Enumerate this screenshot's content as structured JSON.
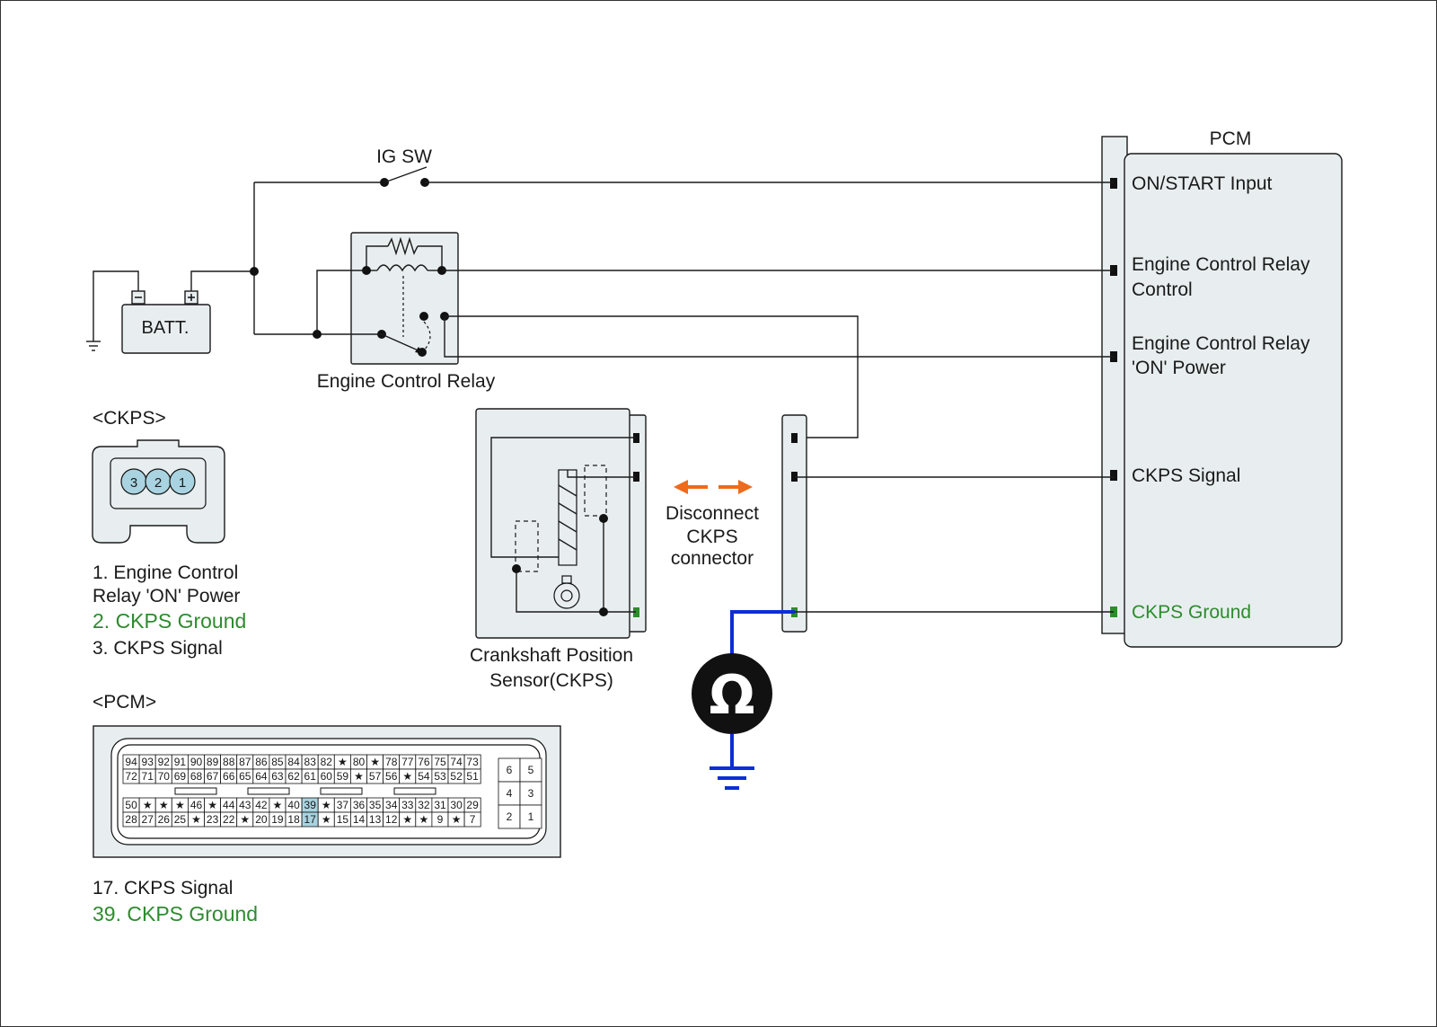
{
  "labels": {
    "ig_sw": "IG SW",
    "pcm_title": "PCM",
    "battery": "BATT.",
    "relay": "Engine Control Relay",
    "ckps_sensor_line1": "Crankshaft Position",
    "ckps_sensor_line2": "Sensor(CKPS)",
    "disconnect_line1": "Disconnect",
    "disconnect_line2": "CKPS",
    "disconnect_line3": "connector",
    "ohm_symbol": "Ω"
  },
  "pcm_pins": {
    "on_start": "ON/START Input",
    "relay_control_1": "Engine Control Relay",
    "relay_control_2": "Control",
    "relay_power_1": "Engine Control Relay",
    "relay_power_2": "'ON' Power",
    "ckps_signal": "CKPS Signal",
    "ckps_ground": "CKPS Ground"
  },
  "ckps_connector": {
    "title": "<CKPS>",
    "pins": [
      "3",
      "2",
      "1"
    ],
    "legend": [
      {
        "text": "1. Engine Control",
        "color": "black"
      },
      {
        "text": "Relay 'ON' Power",
        "color": "black"
      },
      {
        "text": "2. CKPS Ground",
        "color": "green"
      },
      {
        "text": "3. CKPS Signal",
        "color": "black"
      }
    ]
  },
  "pcm_connector": {
    "title": "<PCM>",
    "row1": [
      "94",
      "93",
      "92",
      "91",
      "90",
      "89",
      "88",
      "87",
      "86",
      "85",
      "84",
      "83",
      "82",
      "★",
      "80",
      "★",
      "78",
      "77",
      "76",
      "75",
      "74",
      "73"
    ],
    "row2": [
      "72",
      "71",
      "70",
      "69",
      "68",
      "67",
      "66",
      "65",
      "64",
      "63",
      "62",
      "61",
      "60",
      "59",
      "★",
      "57",
      "56",
      "★",
      "54",
      "53",
      "52",
      "51"
    ],
    "row3": [
      "50",
      "★",
      "★",
      "★",
      "46",
      "★",
      "44",
      "43",
      "42",
      "★",
      "40",
      "39",
      "★",
      "37",
      "36",
      "35",
      "34",
      "33",
      "32",
      "31",
      "30",
      "29"
    ],
    "row4": [
      "28",
      "27",
      "26",
      "25",
      "★",
      "23",
      "22",
      "★",
      "20",
      "19",
      "18",
      "17",
      "★",
      "15",
      "14",
      "13",
      "12",
      "★",
      "★",
      "9",
      "★",
      "7"
    ],
    "highlighted": [
      "39",
      "17"
    ],
    "aux": [
      "6",
      "5",
      "4",
      "3",
      "2",
      "1"
    ],
    "legend": [
      {
        "text": "17. CKPS Signal",
        "color": "black"
      },
      {
        "text": "39. CKPS Ground",
        "color": "green"
      }
    ]
  },
  "colors": {
    "ground_green": "#2e8b2e",
    "meter_wire_blue": "#0a2fd6",
    "arrow_orange": "#ef6a1a",
    "pin_highlight": "#a9d3e0",
    "component_fill": "#e8eef0"
  }
}
